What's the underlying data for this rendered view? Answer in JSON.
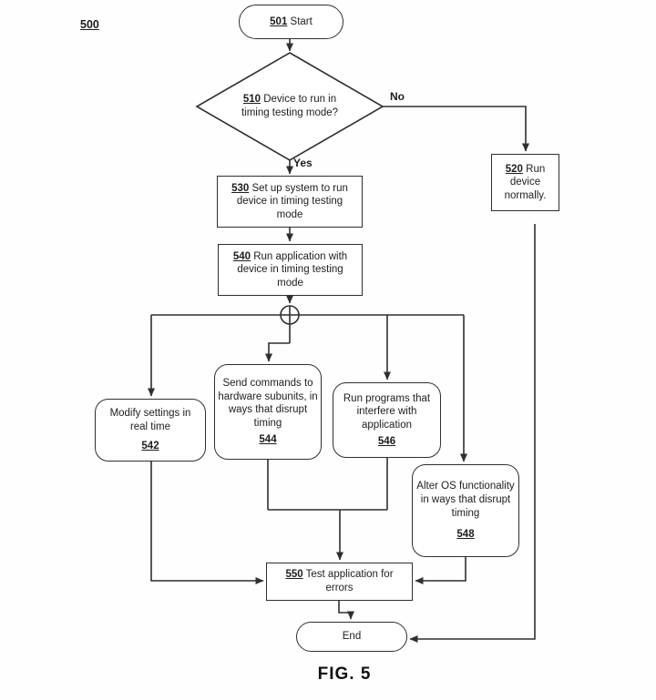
{
  "figure": {
    "diagram_ref": "500",
    "caption": "FIG. 5"
  },
  "edge_labels": {
    "yes": "Yes",
    "no": "No"
  },
  "nodes": {
    "start": {
      "ref": "501",
      "label": "Start"
    },
    "decision_timing_mode": {
      "ref": "510",
      "label": "Device to run in timing testing mode?"
    },
    "run_normally": {
      "ref": "520",
      "label": "Run device normally."
    },
    "setup_system": {
      "ref": "530",
      "label": "Set up system to run device in timing testing mode"
    },
    "run_application": {
      "ref": "540",
      "label": "Run application with device in timing testing mode"
    },
    "modify_settings": {
      "label": "Modify settings in real time",
      "ref": "542"
    },
    "send_commands": {
      "label": "Send commands to hardware subunits, in ways that disrupt timing",
      "ref": "544"
    },
    "run_programs": {
      "label": "Run programs that interfere with application",
      "ref": "546"
    },
    "alter_os": {
      "label": "Alter OS functionality in ways that disrupt timing",
      "ref": "548"
    },
    "test_application": {
      "ref": "550",
      "label": "Test application for errors"
    },
    "end": {
      "label": "End"
    }
  },
  "colors": {
    "line": "#2f2f2f",
    "text": "#1d1d1d",
    "background": "#ffffff"
  }
}
